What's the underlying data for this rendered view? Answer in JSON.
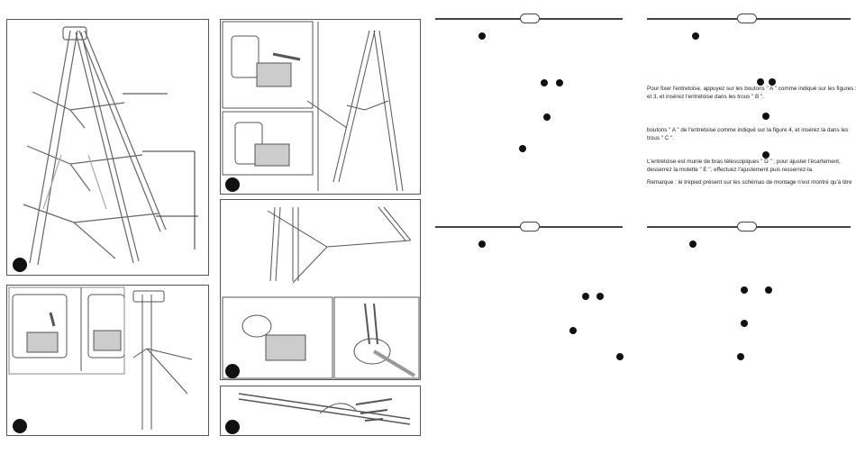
{
  "instructions": {
    "p2_line1": "Pour fixer l'entretoise, appuyez sur les boutons \" A \" comme indiqué sur les figures 2",
    "p2_line2": "et 3, et insérez l'entretoise dans les trous \" B \".",
    "p3_line1": "boutons \" A \" de l'entretoise comme indiqué sur la figure 4, et insérez la dans les",
    "p3_line2": "trous \" C \".",
    "p4_line1": "L'entretoise est munie de bras télescopiques \" D \" ; pour ajuster l'écartement,",
    "p4_line2": "desserrez la molette \" E \", effectuez l'ajustement puis resserrez-la.",
    "remark": "Remarque : le trépied présent sur les schémas de montage n'est montré qu'à titre"
  },
  "icons": {
    "figure_marker": "filled-black-circle",
    "section_marker": "oval-badge",
    "step_bullet": "filled-black-circle"
  }
}
